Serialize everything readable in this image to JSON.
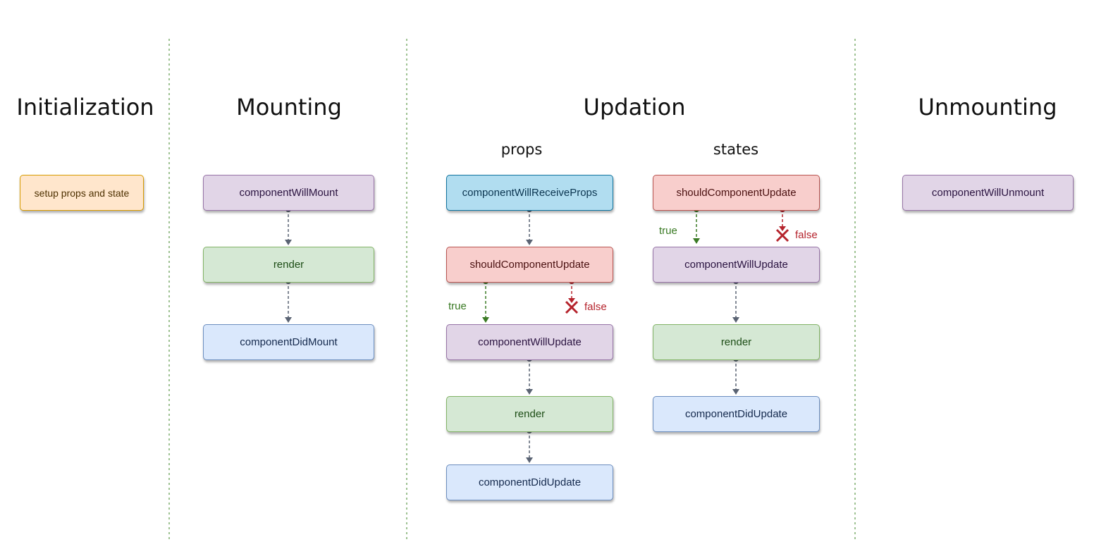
{
  "headings": {
    "initialization": "Initialization",
    "mounting": "Mounting",
    "updation": "Updation",
    "unmounting": "Unmounting"
  },
  "subheadings": {
    "props": "props",
    "states": "states"
  },
  "boxes": {
    "setup": "setup props and state",
    "mount_will": "componentWillMount",
    "mount_render": "render",
    "mount_did": "componentDidMount",
    "props_receive": "componentWillReceiveProps",
    "props_should": "shouldComponentUpdate",
    "props_willupdate": "componentWillUpdate",
    "props_render": "render",
    "props_didupdate": "componentDidUpdate",
    "states_should": "shouldComponentUpdate",
    "states_willupdate": "componentWillUpdate",
    "states_render": "render",
    "states_didupdate": "componentDidUpdate",
    "unmount_will": "componentWillUnmount"
  },
  "labels": {
    "props_true": "true",
    "props_false": "false",
    "states_true": "true",
    "states_false": "false"
  },
  "colors": {
    "divider": "#7fae6e",
    "connector": "#5a6373",
    "true_arrow": "#3a7a24",
    "false_mark": "#b5232c"
  }
}
